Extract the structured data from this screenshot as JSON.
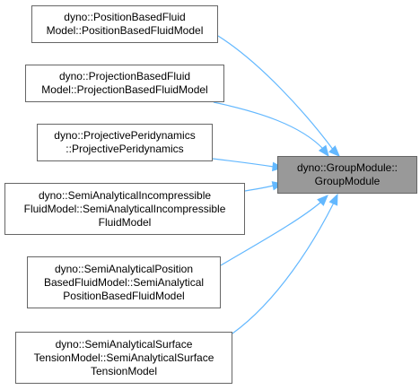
{
  "colors": {
    "edge": "#63b8ff",
    "node_border": "#666666",
    "node_fill": "#ffffff",
    "target_fill": "#999999"
  },
  "target": {
    "lines": [
      "dyno::GroupModule::",
      "GroupModule"
    ]
  },
  "sources": [
    {
      "lines": [
        "dyno::PositionBasedFluid",
        "Model::PositionBasedFluidModel"
      ]
    },
    {
      "lines": [
        "dyno::ProjectionBasedFluid",
        "Model::ProjectionBasedFluidModel"
      ]
    },
    {
      "lines": [
        "dyno::ProjectivePeridynamics",
        "::ProjectivePeridynamics"
      ]
    },
    {
      "lines": [
        "dyno::SemiAnalyticalIncompressible",
        "FluidModel::SemiAnalyticalIncompressible",
        "FluidModel"
      ]
    },
    {
      "lines": [
        "dyno::SemiAnalyticalPosition",
        "BasedFluidModel::SemiAnalytical",
        "PositionBasedFluidModel"
      ]
    },
    {
      "lines": [
        "dyno::SemiAnalyticalSurface",
        "TensionModel::SemiAnalyticalSurface",
        "TensionModel"
      ]
    }
  ]
}
